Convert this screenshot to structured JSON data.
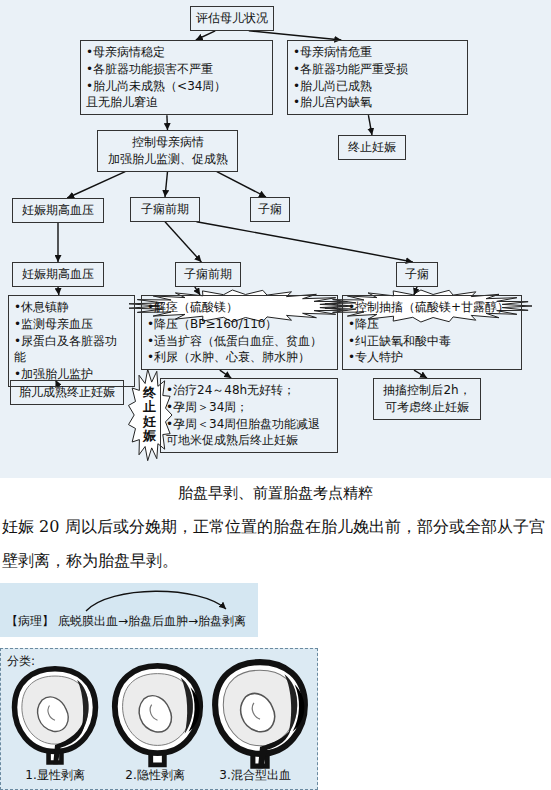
{
  "diagram": {
    "nodes": [
      {
        "text": [
          "评估母儿状况"
        ]
      },
      {
        "text": [
          "•母亲病情稳定",
          "•各脏器功能损害不严重",
          "•胎儿尚未成熟（<34周） 且无胎儿窘迫"
        ]
      },
      {
        "text": [
          "•母亲病情危重",
          "•各脏器功能严重受损",
          "•胎儿尚已成熟",
          "•胎儿宫内缺氧"
        ]
      },
      {
        "text": [
          "终止妊娠"
        ]
      },
      {
        "text": [
          "控制母亲病情 加强胎儿监测、促成熟"
        ]
      },
      {
        "text": [
          "妊娠期高血压"
        ]
      },
      {
        "text": [
          "子痫前期"
        ]
      },
      {
        "text": [
          "子痫"
        ]
      },
      {
        "text": [
          "妊娠期高血压"
        ]
      },
      {
        "text": [
          "子痫前期"
        ]
      },
      {
        "text": [
          "子痫"
        ]
      },
      {
        "text": [
          "•休息镇静",
          "•监测母亲血压",
          "•尿蛋白及各脏器功能",
          "•加强胎儿监护"
        ]
      },
      {
        "text": [
          "•解痉（硫酸镁）",
          "•降压（BP≥160/110）",
          "•适当扩容（低蛋白血症、贫血）",
          "•利尿（水肿、心衰、肺水肿）"
        ]
      },
      {
        "text": [
          "•控制抽搐（硫酸镁+甘露醇）",
          "•降压",
          "•纠正缺氧和酸中毒",
          "•专人特护"
        ]
      },
      {
        "text": [
          "胎儿成熟终止妊娠"
        ]
      },
      {
        "text": [
          "终止妊娠"
        ]
      },
      {
        "text": [
          "•治疗24～48h无好转；",
          "•孕周＞34周；",
          "•孕周＜34周但胎盘功能减退 可地米促成熟后终止妊娠"
        ]
      },
      {
        "text": [
          "抽搐控制后2h， 可考虑终止妊娠"
        ]
      },
      {
        "text": [
          "【病理】",
          "底蜕膜出血→胎盘后血肿→胎盘剥离"
        ]
      },
      {
        "text": [
          "分类:",
          "1.显性剥离",
          "2.隐性剥离",
          "3.混合型出血"
        ]
      }
    ],
    "edges": [
      {
        "from": 0,
        "to": 1,
        "arrow": "to"
      },
      {
        "from": 0,
        "to": 2,
        "arrow": "to"
      },
      {
        "from": 2,
        "to": 3,
        "arrow": "to"
      },
      {
        "from": 1,
        "to": 4,
        "arrow": "to"
      },
      {
        "from": 4,
        "to": 5,
        "arrow": "to"
      },
      {
        "from": 4,
        "to": 6,
        "arrow": "to"
      },
      {
        "from": 4,
        "to": 7,
        "arrow": "to"
      },
      {
        "from": 5,
        "to": 8,
        "arrow": "to"
      },
      {
        "from": 6,
        "to": 9,
        "arrow": "to"
      },
      {
        "from": 6,
        "to": 10,
        "arrow": "to"
      },
      {
        "from": 8,
        "to": 11,
        "arrow": "to"
      },
      {
        "from": 9,
        "to": 12,
        "arrow": "to"
      },
      {
        "from": 10,
        "to": 13,
        "arrow": "to"
      },
      {
        "from": 11,
        "to": 14,
        "arrow": "to"
      },
      {
        "from": 12,
        "to": 16,
        "arrow": "to"
      },
      {
        "from": 13,
        "to": 17,
        "arrow": "to"
      }
    ],
    "labels": [
      "胎盘早剥、前置胎盘考点精粹",
      "妊娠 20 周以后或分娩期，正常位置的胎盘在胎儿娩出前，部分或全部从子宫壁剥离，称为胎盘早剥。"
    ]
  }
}
